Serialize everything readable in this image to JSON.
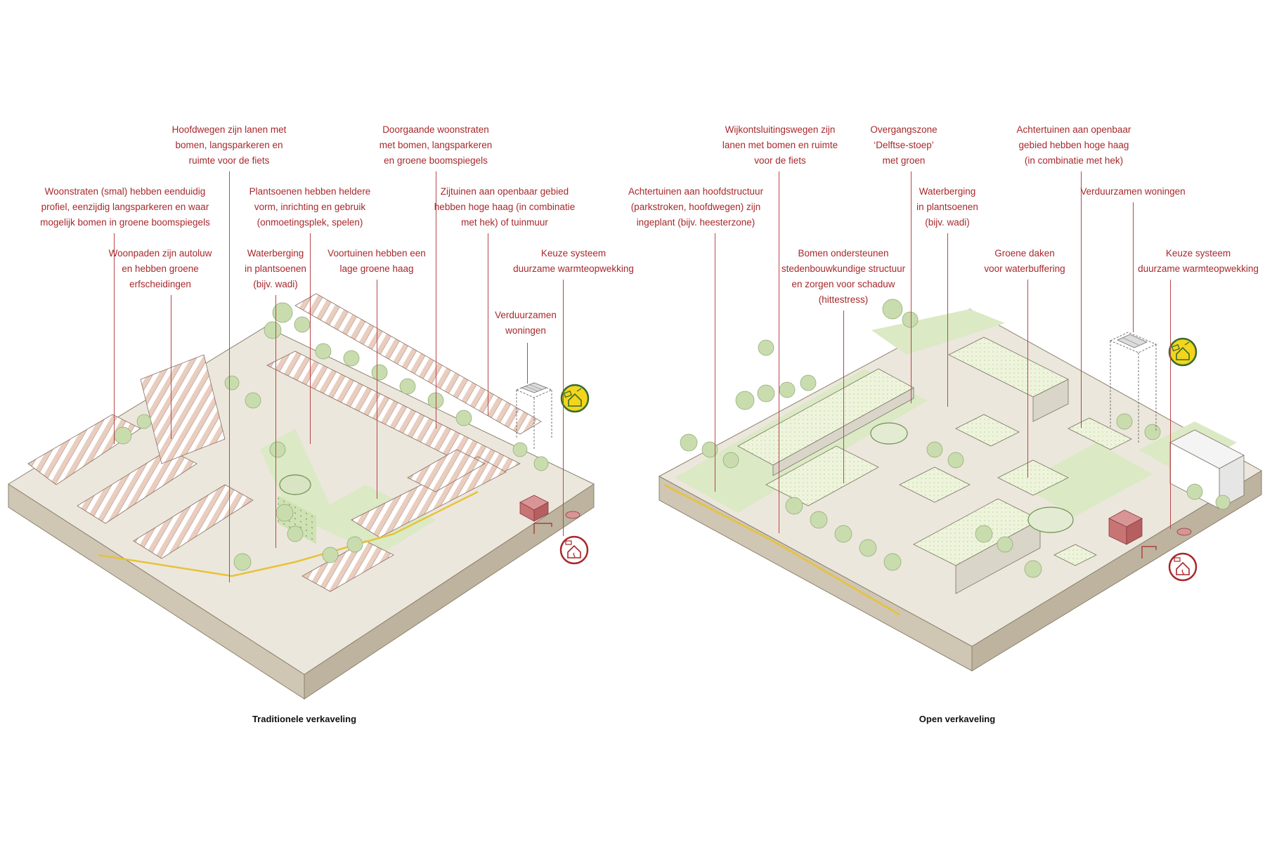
{
  "panels": [
    {
      "caption": "Traditionele verkaveling",
      "callouts": [
        {
          "lines": [
            "Hoofdwegen zijn lanen met",
            "bomen, langsparkeren en",
            "ruimte voor de fiets"
          ]
        },
        {
          "lines": [
            "Doorgaande woonstraten",
            "met bomen, langsparkeren",
            "en groene boomspiegels"
          ]
        },
        {
          "lines": [
            "Woonstraten (smal) hebben eenduidig",
            "profiel, eenzijdig langsparkeren en waar",
            "mogelijk bomen in groene boomspiegels"
          ]
        },
        {
          "lines": [
            "Plantsoenen hebben heldere",
            "vorm, inrichting en gebruik",
            "(onmoetingsplek, spelen)"
          ]
        },
        {
          "lines": [
            "Zijtuinen aan openbaar gebied",
            "hebben hoge haag (in combinatie",
            "met hek) of tuinmuur"
          ]
        },
        {
          "lines": [
            "Woonpaden zijn autoluw",
            "en hebben groene",
            "erfscheidingen"
          ]
        },
        {
          "lines": [
            "Waterberging",
            "in plantsoenen",
            "(bijv. wadi)"
          ]
        },
        {
          "lines": [
            "Voortuinen hebben een",
            "lage groene haag"
          ]
        },
        {
          "lines": [
            "Keuze systeem",
            "duurzame warmteopwekking"
          ]
        },
        {
          "lines": [
            "Verduurzamen",
            "woningen"
          ]
        }
      ]
    },
    {
      "caption": "Open verkaveling",
      "callouts": [
        {
          "lines": [
            "Wijkontsluitingswegen zijn",
            "lanen met bomen en ruimte",
            "voor de fiets"
          ]
        },
        {
          "lines": [
            "Overgangszone",
            "‘Delftse-stoep’",
            "met groen"
          ]
        },
        {
          "lines": [
            "Achtertuinen aan openbaar",
            "gebied hebben hoge haag",
            "(in combinatie met hek)"
          ]
        },
        {
          "lines": [
            "Achtertuinen aan hoofdstructuur",
            "(parkstroken, hoofdwegen) zijn",
            "ingeplant (bijv. heesterzone)"
          ]
        },
        {
          "lines": [
            "Waterberging",
            "in plantsoenen",
            "(bijv. wadi)"
          ]
        },
        {
          "lines": [
            "Verduurzamen woningen"
          ]
        },
        {
          "lines": [
            "Bomen ondersteunen",
            "stedenbouwkundige structuur",
            "en zorgen voor schaduw",
            "(hittestress)"
          ]
        },
        {
          "lines": [
            "Groene daken",
            "voor waterbuffering"
          ]
        },
        {
          "lines": [
            "Keuze systeem",
            "duurzame warmteopwekking"
          ]
        }
      ]
    }
  ],
  "colors": {
    "callout_text": "#a8282b",
    "leader": "#b7474a",
    "ground_side": "#cfc6b3",
    "ground_top": "#ece7dc",
    "grass": "#dbe9c5",
    "roof_pitched": "#e9cdbf",
    "roof_green": "#eef4dc",
    "tree": "#c9dcae",
    "road_line": "#e8c23a",
    "badge_green": "#f2d51c",
    "badge_red": "#a8282b"
  },
  "icons": [
    "solar-house-badge-icon",
    "heat-house-badge-icon"
  ]
}
